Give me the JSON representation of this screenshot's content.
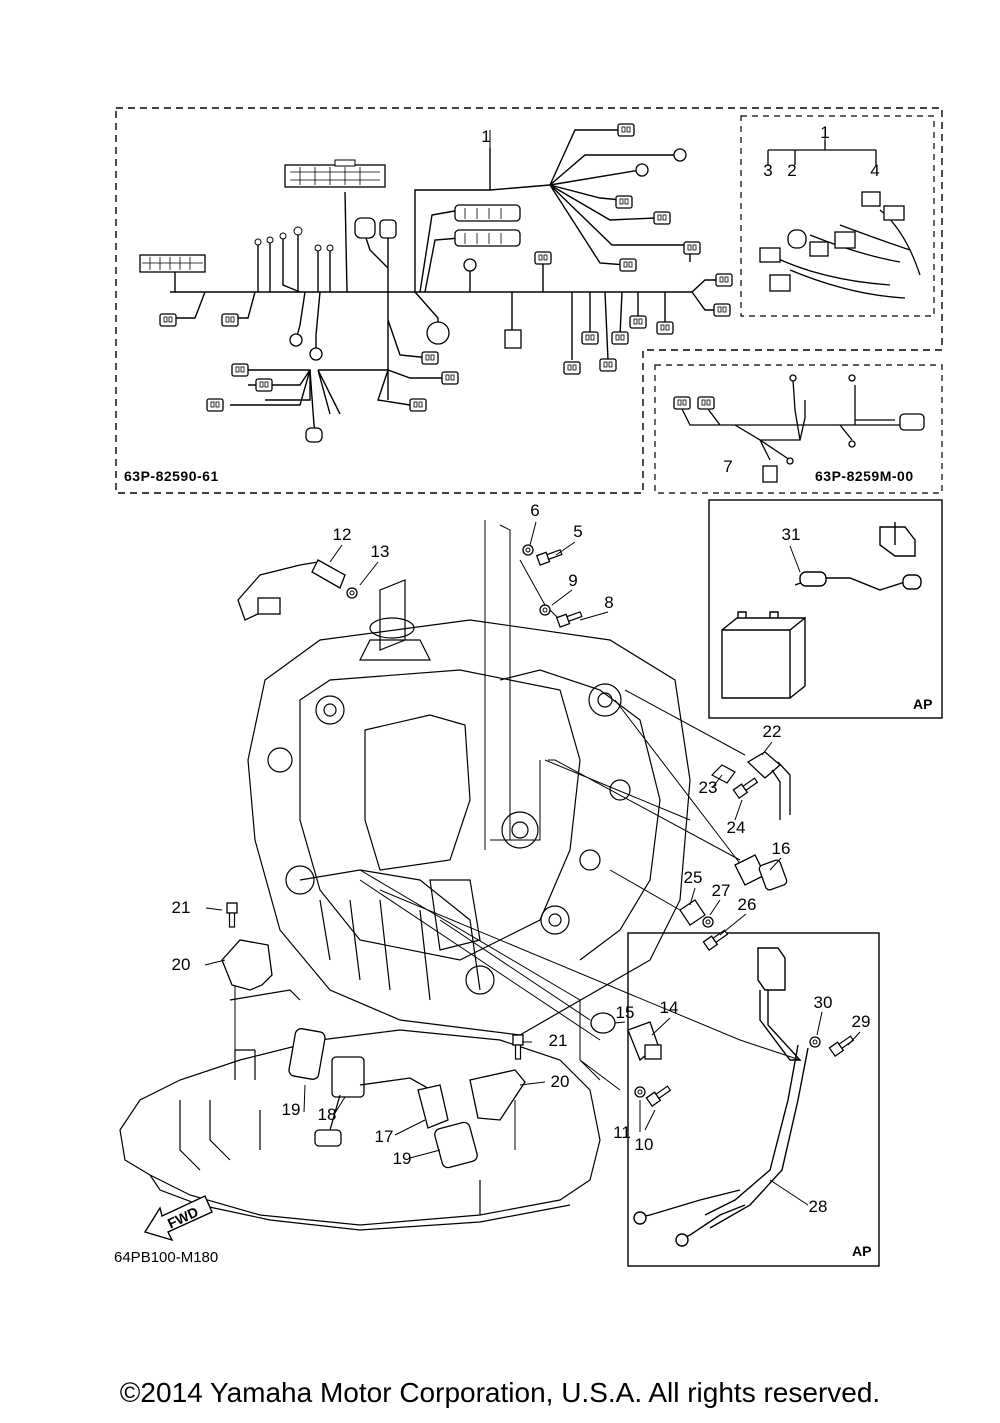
{
  "part_labels": {
    "p1_main": "1",
    "p1_kit": "1",
    "p2": "2",
    "p3": "3",
    "p4": "4",
    "p5": "5",
    "p6": "6",
    "p7": "7",
    "p8": "8",
    "p9": "9",
    "p10": "10",
    "p11": "11",
    "p12": "12",
    "p13": "13",
    "p14": "14",
    "p15": "15",
    "p16": "16",
    "p17": "17",
    "p18": "18",
    "p19a": "19",
    "p19b": "19",
    "p20a": "20",
    "p20b": "20",
    "p21a": "21",
    "p21b": "21",
    "p22": "22",
    "p23": "23",
    "p24": "24",
    "p25": "25",
    "p26": "26",
    "p27": "27",
    "p28": "28",
    "p29": "29",
    "p30": "30",
    "p31": "31"
  },
  "codes": {
    "harness_main": "63P-82590-61",
    "harness_sub": "63P-8259M-00",
    "diagram_ref": "64PB100-M180"
  },
  "ap_labels": {
    "battery_box": "AP",
    "cable_box": "AP"
  },
  "fwd_label": "FWD",
  "copyright": "©2014 Yamaha Motor Corporation, U.S.A. All rights reserved."
}
